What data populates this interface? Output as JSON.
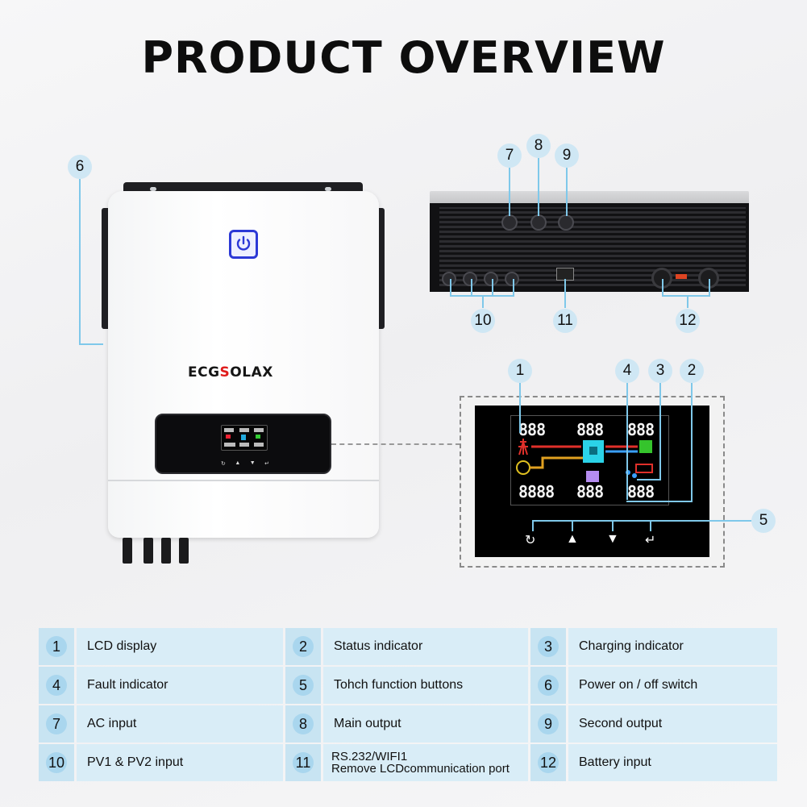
{
  "title": "PRODUCT OVERVIEW",
  "brand": {
    "prefix": "ECG",
    "bolt": "S",
    "suffix": "OLAX"
  },
  "callouts": [
    "1",
    "2",
    "3",
    "4",
    "5",
    "6",
    "7",
    "8",
    "9",
    "10",
    "11",
    "12"
  ],
  "lcd_segments": {
    "row1": [
      "888",
      "888",
      "888"
    ],
    "row2": [
      "8888",
      "888",
      "888"
    ]
  },
  "rows": [
    [
      {
        "num": "1",
        "label": "LCD display"
      },
      {
        "num": "2",
        "label": "Status indicator"
      },
      {
        "num": "3",
        "label": "Charging indicator"
      }
    ],
    [
      {
        "num": "4",
        "label": "Fault indicator"
      },
      {
        "num": "5",
        "label": "Tohch function buttons"
      },
      {
        "num": "6",
        "label": "Power on / off switch"
      }
    ],
    [
      {
        "num": "7",
        "label": "AC input"
      },
      {
        "num": "8",
        "label": "Main output"
      },
      {
        "num": "9",
        "label": "Second output"
      }
    ],
    [
      {
        "num": "10",
        "label": "PV1 & PV2 input"
      },
      {
        "num": "11",
        "label": "RS.232/WIFI1",
        "label2": "Remove LCDcommunication port"
      },
      {
        "num": "12",
        "label": "Battery input"
      }
    ]
  ],
  "colors": {
    "accent": "#7fc8ea",
    "bubble": "#cfe7f4",
    "table_light": "#d9edf7",
    "table_dark": "#c8e4f2",
    "power_button": "#2c39d6",
    "brand_bolt": "#e01b1b"
  }
}
